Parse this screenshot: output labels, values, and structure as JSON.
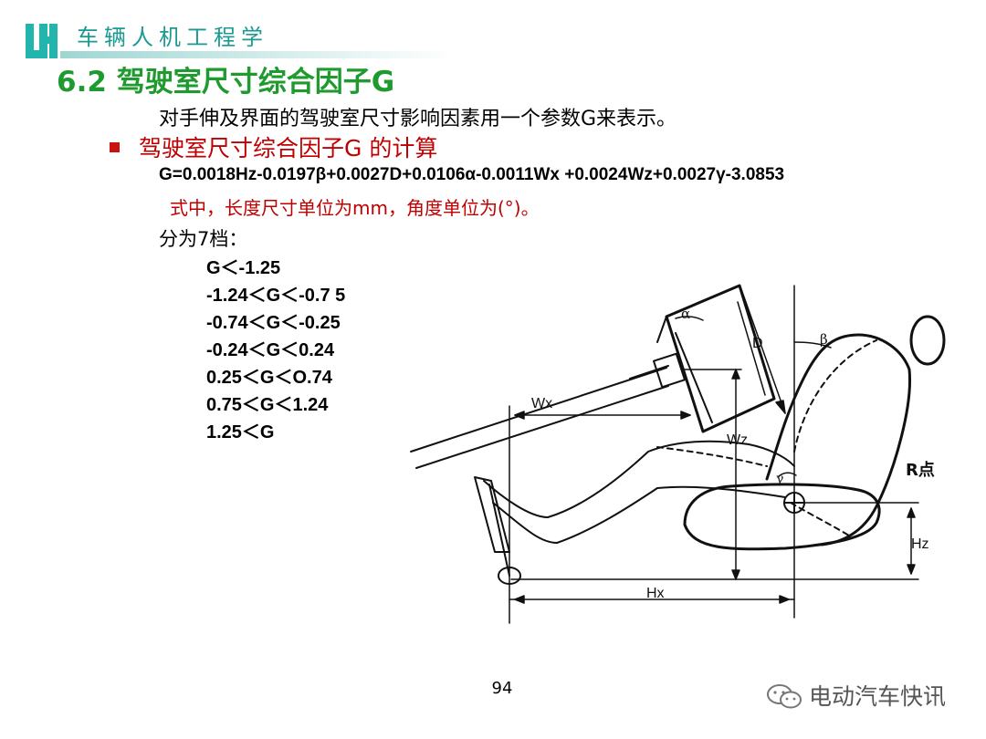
{
  "header": {
    "course_title": "车辆人机工程学",
    "section_title": "6.2 驾驶室尺寸综合因子G"
  },
  "content": {
    "intro": "对手伸及界面的驾驶室尺寸影响因素用一个参数G来表示。",
    "bullet": "驾驶室尺寸综合因子G 的计算",
    "formula": "G=0.0018Hz-0.0197β+0.0027D+0.0106α-0.0011Wx +0.0024Wz+0.0027γ-3.0853",
    "units_note": "式中，长度尺寸单位为mm，角度单位为(°)。",
    "levels_label": "分为7档：",
    "levels": [
      "G＜-1.25",
      "-1.24＜G＜-0.7 5",
      "-0.74＜G＜-0.25",
      "-0.24＜G＜0.24",
      "0.25＜G＜O.74",
      "0.75＜G＜1.24",
      "1.25＜G"
    ]
  },
  "diagram": {
    "labels": {
      "alpha": "α",
      "beta": "β",
      "gamma": "γ",
      "D": "D",
      "Wx": "Wx",
      "Wz": "Wz",
      "Hz": "Hz",
      "Hx": "Hx",
      "R_point": "R点"
    }
  },
  "footer": {
    "page_number": "94",
    "watermark": "电动汽车快讯"
  },
  "colors": {
    "course_title": "#1a9a92",
    "section_title": "#1e9a2e",
    "accent_red": "#c00000",
    "logo": "#22b5ad"
  }
}
